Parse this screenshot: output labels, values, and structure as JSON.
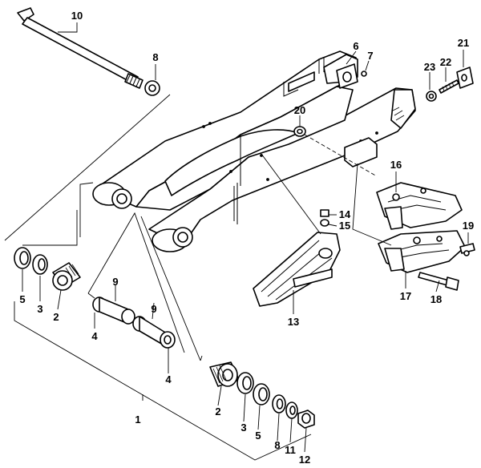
{
  "diagram": {
    "callouts": [
      {
        "id": "c1",
        "label": "1"
      },
      {
        "id": "c2a",
        "label": "2"
      },
      {
        "id": "c2b",
        "label": "2"
      },
      {
        "id": "c3a",
        "label": "3"
      },
      {
        "id": "c3b",
        "label": "3"
      },
      {
        "id": "c4a",
        "label": "4"
      },
      {
        "id": "c4b",
        "label": "4"
      },
      {
        "id": "c5a",
        "label": "5"
      },
      {
        "id": "c5b",
        "label": "5"
      },
      {
        "id": "c6",
        "label": "6"
      },
      {
        "id": "c7",
        "label": "7"
      },
      {
        "id": "c8a",
        "label": "8"
      },
      {
        "id": "c8b",
        "label": "8"
      },
      {
        "id": "c9a",
        "label": "9"
      },
      {
        "id": "c9b",
        "label": "9"
      },
      {
        "id": "c10",
        "label": "10"
      },
      {
        "id": "c11",
        "label": "11"
      },
      {
        "id": "c12",
        "label": "12"
      },
      {
        "id": "c13",
        "label": "13"
      },
      {
        "id": "c14",
        "label": "14"
      },
      {
        "id": "c15",
        "label": "15"
      },
      {
        "id": "c16",
        "label": "16"
      },
      {
        "id": "c17",
        "label": "17"
      },
      {
        "id": "c18",
        "label": "18"
      },
      {
        "id": "c19",
        "label": "19"
      },
      {
        "id": "c20",
        "label": "20"
      },
      {
        "id": "c21",
        "label": "21"
      },
      {
        "id": "c22",
        "label": "22"
      },
      {
        "id": "c23",
        "label": "23"
      }
    ]
  }
}
